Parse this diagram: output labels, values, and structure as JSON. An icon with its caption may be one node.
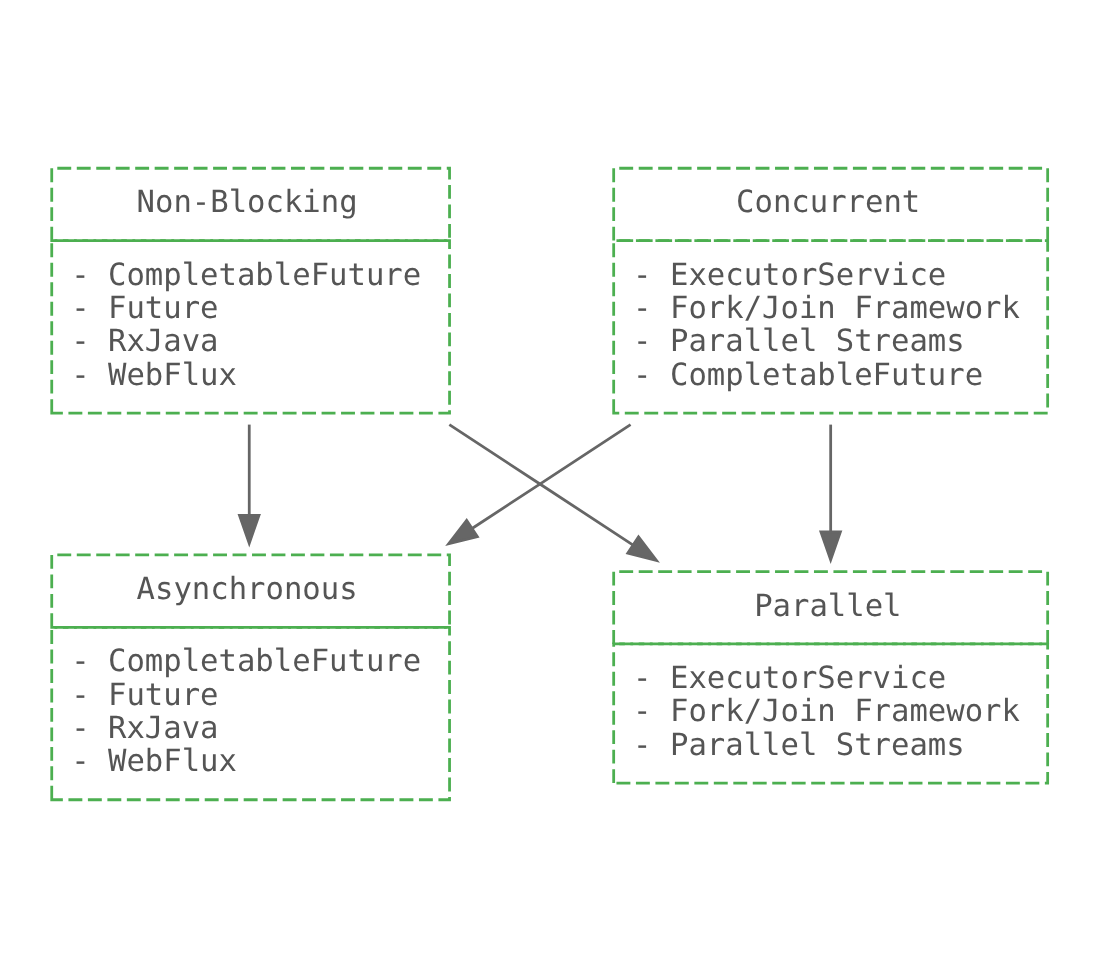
{
  "diagram": {
    "nodes": [
      {
        "text": [
          "Asynchronous",
          "- CompletableFuture",
          "- Future",
          "- RxJava",
          "- WebFlux"
        ]
      },
      {
        "text": [
          "Non-Blocking",
          "- CompletableFuture",
          "- Future",
          "- RxJava",
          "- WebFlux"
        ]
      },
      {
        "text": [
          "Concurrent",
          "- ExecutorService",
          "- Fork/Join Framework",
          "- Parallel Streams",
          "- CompletableFuture"
        ]
      },
      {
        "text": [
          "Parallel",
          "- ExecutorService",
          "- Fork/Join Framework",
          "- Parallel Streams"
        ]
      }
    ],
    "edges": [
      {
        "from": 1,
        "to": 0,
        "arrow": "to"
      },
      {
        "from": 2,
        "to": 0,
        "arrow": "to"
      },
      {
        "from": 1,
        "to": 3,
        "arrow": "to"
      },
      {
        "from": 2,
        "to": 3,
        "arrow": "to"
      }
    ]
  }
}
